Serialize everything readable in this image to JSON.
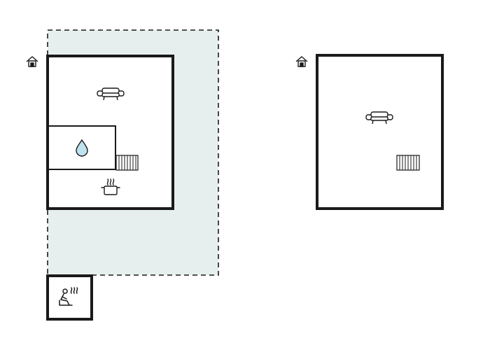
{
  "colors": {
    "wall": "#1a1a1a",
    "terrace_fill": "#e7eeee",
    "background": "#ffffff"
  },
  "floors": [
    {
      "id": "ground-floor",
      "entrance_icon": "house-entrance-icon",
      "rooms": [
        {
          "id": "living-room",
          "icon": "sofa-icon"
        },
        {
          "id": "bathroom",
          "icon": "water-drop-icon"
        },
        {
          "id": "kitchen",
          "icon": "cooking-pot-icon"
        },
        {
          "id": "stairs",
          "icon": "stairs-icon"
        }
      ],
      "outdoor": [
        {
          "id": "terrace",
          "icon": "dashed-area"
        },
        {
          "id": "sauna",
          "icon": "sauna-icon"
        }
      ]
    },
    {
      "id": "upper-floor",
      "entrance_icon": "house-entrance-icon",
      "rooms": [
        {
          "id": "living-room",
          "icon": "sofa-icon"
        },
        {
          "id": "stairs",
          "icon": "stairs-icon"
        }
      ]
    }
  ]
}
